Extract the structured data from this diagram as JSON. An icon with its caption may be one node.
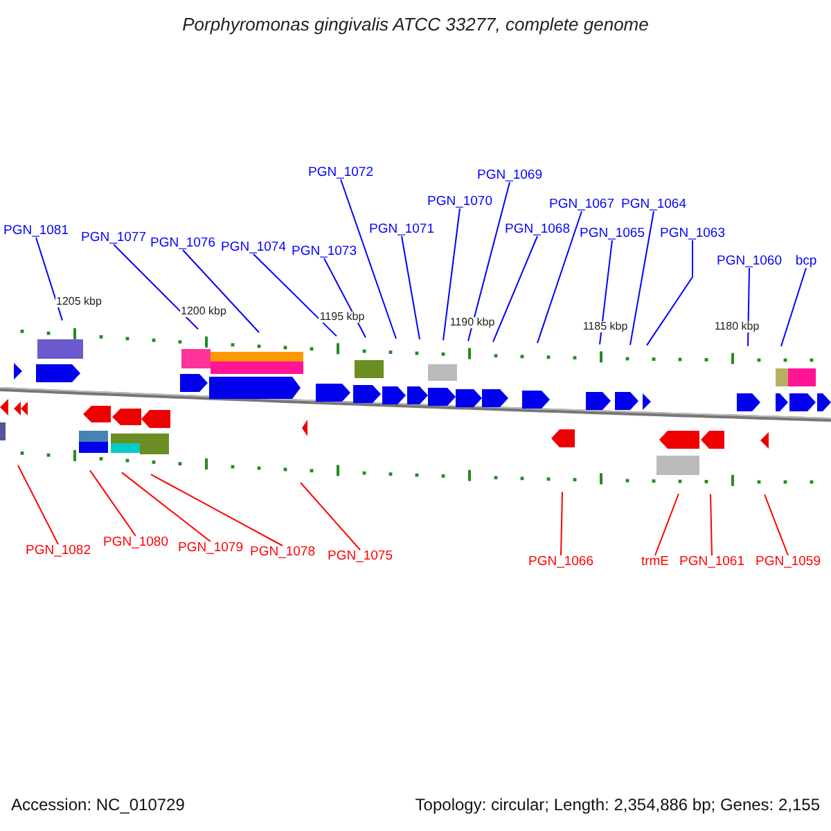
{
  "diagram": {
    "title": "Porphyromonas gingivalis ATCC 33277, complete genome",
    "nodes": [
      {
        "text": [
          "PGN_1081"
        ]
      },
      {
        "text": [
          "PGN_1077"
        ]
      },
      {
        "text": [
          "PGN_1076"
        ]
      },
      {
        "text": [
          "PGN_1074"
        ]
      },
      {
        "text": [
          "PGN_1073"
        ]
      },
      {
        "text": [
          "PGN_1072"
        ]
      },
      {
        "text": [
          "PGN_1071"
        ]
      },
      {
        "text": [
          "PGN_1070"
        ]
      },
      {
        "text": [
          "PGN_1069"
        ]
      },
      {
        "text": [
          "PGN_1068"
        ]
      },
      {
        "text": [
          "PGN_1067"
        ]
      },
      {
        "text": [
          "PGN_1065"
        ]
      },
      {
        "text": [
          "PGN_1064"
        ]
      },
      {
        "text": [
          "PGN_1063"
        ]
      },
      {
        "text": [
          "PGN_1060"
        ]
      },
      {
        "text": [
          "bcp"
        ]
      },
      {
        "text": [
          "PGN_1082"
        ]
      },
      {
        "text": [
          "PGN_1080"
        ]
      },
      {
        "text": [
          "PGN_1079"
        ]
      },
      {
        "text": [
          "PGN_1078"
        ]
      },
      {
        "text": [
          "PGN_1075"
        ]
      },
      {
        "text": [
          "PGN_1066"
        ]
      },
      {
        "text": [
          "trmE"
        ]
      },
      {
        "text": [
          "PGN_1061"
        ]
      },
      {
        "text": [
          "PGN_1059"
        ]
      }
    ],
    "edges": [
      {
        "from": 0,
        "to": null,
        "arrow": "none"
      },
      {
        "from": 1,
        "to": null,
        "arrow": "none"
      },
      {
        "from": 2,
        "to": null,
        "arrow": "none"
      },
      {
        "from": 3,
        "to": null,
        "arrow": "none"
      },
      {
        "from": 4,
        "to": null,
        "arrow": "none"
      },
      {
        "from": 5,
        "to": null,
        "arrow": "none"
      },
      {
        "from": 6,
        "to": null,
        "arrow": "none"
      },
      {
        "from": 7,
        "to": null,
        "arrow": "none"
      },
      {
        "from": 8,
        "to": null,
        "arrow": "none"
      },
      {
        "from": 9,
        "to": null,
        "arrow": "none"
      },
      {
        "from": 10,
        "to": null,
        "arrow": "none"
      },
      {
        "from": 11,
        "to": null,
        "arrow": "none"
      },
      {
        "from": 12,
        "to": null,
        "arrow": "none"
      },
      {
        "from": 13,
        "to": null,
        "arrow": "none"
      },
      {
        "from": 14,
        "to": null,
        "arrow": "none"
      },
      {
        "from": 15,
        "to": null,
        "arrow": "none"
      },
      {
        "from": 16,
        "to": null,
        "arrow": "none",
        "color": "#ff0000"
      },
      {
        "from": 17,
        "to": null,
        "arrow": "none",
        "color": "#ff0000"
      },
      {
        "from": 18,
        "to": null,
        "arrow": "none",
        "color": "#ff0000"
      },
      {
        "from": 19,
        "to": null,
        "arrow": "none",
        "color": "#ff0000"
      },
      {
        "from": 20,
        "to": null,
        "arrow": "none",
        "color": "#ff0000"
      },
      {
        "from": 21,
        "to": null,
        "arrow": "none",
        "color": "#ff0000"
      },
      {
        "from": 22,
        "to": null,
        "arrow": "none",
        "color": "#ff0000"
      },
      {
        "from": 23,
        "to": null,
        "arrow": "none",
        "color": "#ff0000"
      },
      {
        "from": 24,
        "to": null,
        "arrow": "none",
        "color": "#ff0000"
      }
    ],
    "labels": [
      "1205 kbp",
      "1200 kbp",
      "1195 kbp",
      "1190 kbp",
      "1185 kbp",
      "1180 kbp",
      "Accession: NC_010729",
      "Topology: circular; Length: 2,354,886 bp; Genes: 2,155"
    ]
  }
}
